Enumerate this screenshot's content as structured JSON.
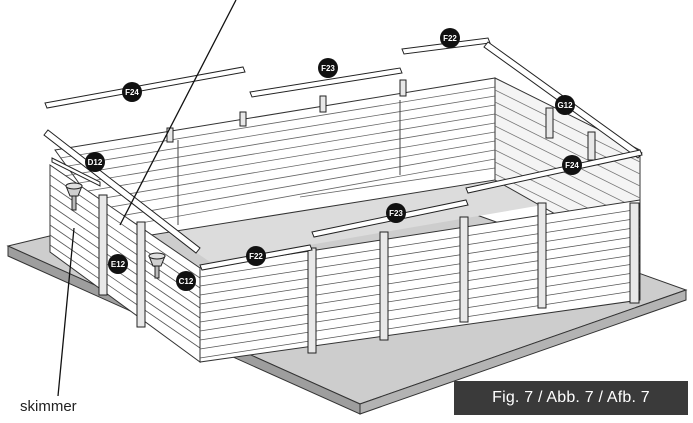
{
  "figure_caption": "Fig. 7 / Abb. 7 / Afb. 7",
  "skimmer_label": "skimmer",
  "parts": {
    "f24_back": "F24",
    "f23_back": "F23",
    "f22_back": "F22",
    "g12": "G12",
    "d12": "D12",
    "f24_right": "F24",
    "f23_front": "F23",
    "f22_front": "F22",
    "e12": "E12",
    "c12": "C12"
  },
  "colors": {
    "line": "#222222",
    "slab": "#c9c9c9",
    "floor": "#d9d9d9",
    "badge": "#111111",
    "caption_bg": "#3a3a3a"
  }
}
